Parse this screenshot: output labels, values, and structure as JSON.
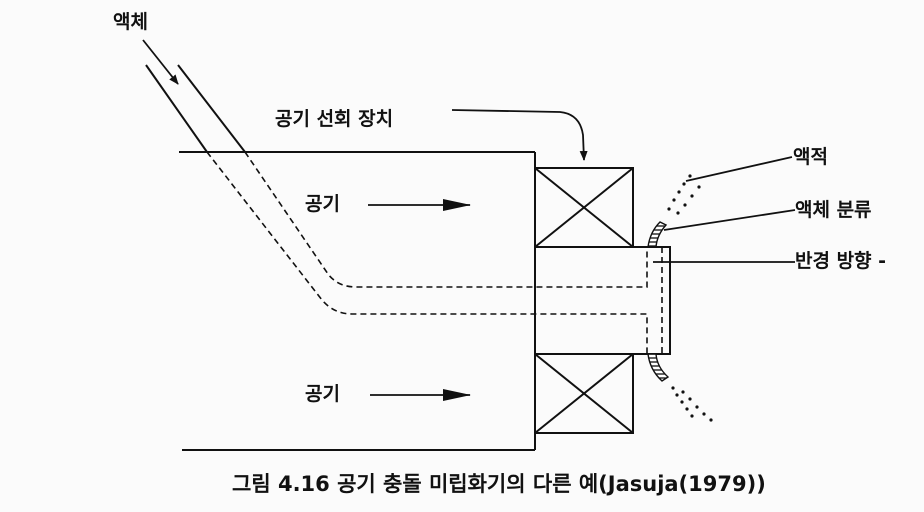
{
  "labels": {
    "liquid": "액체",
    "air_swirler": "공기 선회 장치",
    "air_top": "공기",
    "air_bottom": "공기",
    "droplets": "액적",
    "liquid_jet": "액체 분류",
    "radial_direction": "반경 방향 -"
  },
  "caption": "그림 4.16  공기 충돌 미립화기의 다른 예(Jasuja(1979))",
  "colors": {
    "line": "#111111",
    "background": "#fbfbfb"
  }
}
